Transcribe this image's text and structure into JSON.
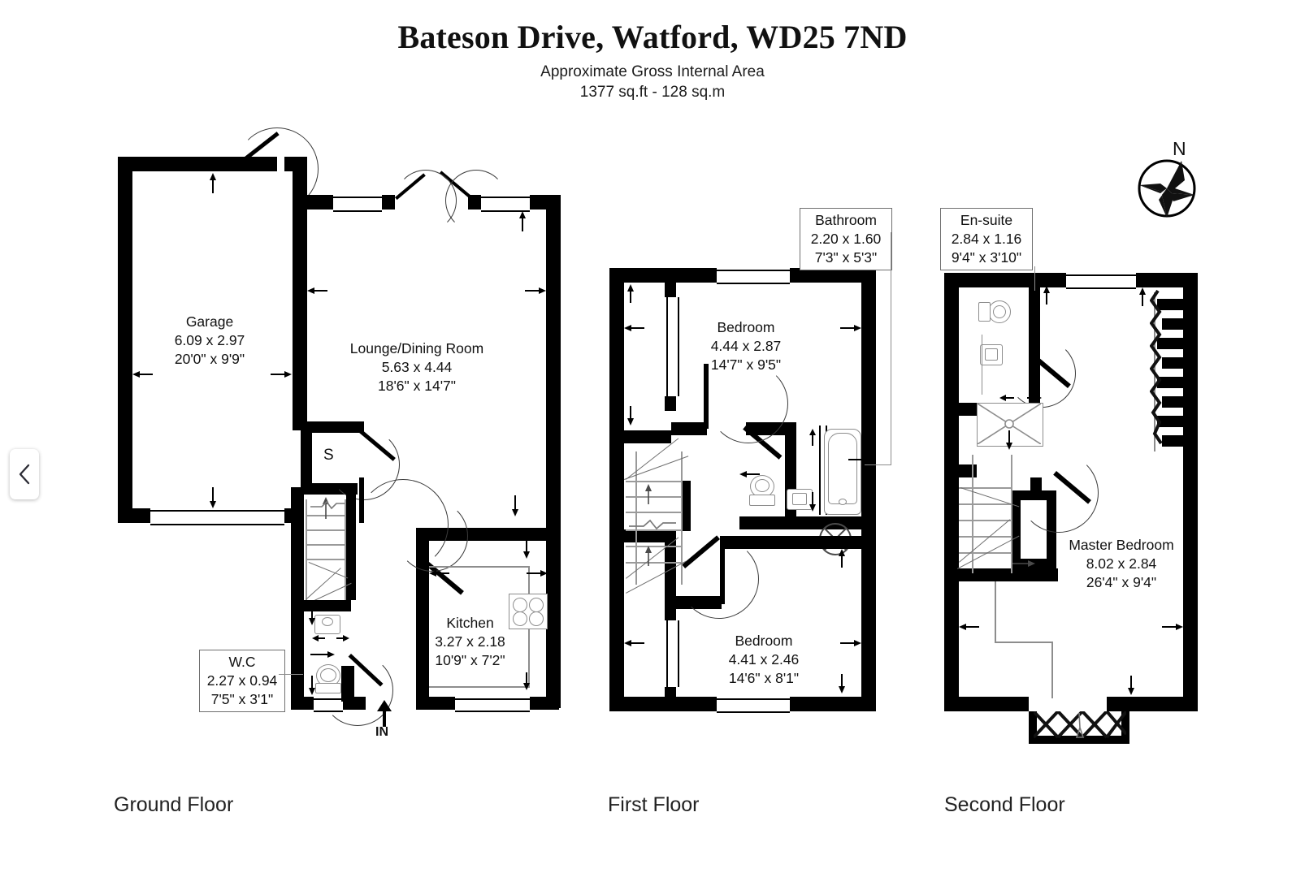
{
  "header": {
    "title": "Bateson Drive, Watford, WD25 7ND",
    "subtitle_line1": "Approximate Gross Internal Area",
    "subtitle_line2": "1377 sq.ft - 128 sq.m"
  },
  "nav": {
    "prev_icon": "chevron-left-icon"
  },
  "compass": {
    "north_label": "N",
    "icon": "compass-rose-icon"
  },
  "floors": [
    {
      "id": "ground",
      "label": "Ground Floor"
    },
    {
      "id": "first",
      "label": "First Floor"
    },
    {
      "id": "second",
      "label": "Second Floor"
    }
  ],
  "ground_floor": {
    "entry_marker": {
      "label": "IN",
      "icon": "entrance-arrow-icon"
    },
    "storage_marker": {
      "label": "S"
    },
    "rooms": [
      {
        "name": "Garage",
        "metric": "6.09 x 2.97",
        "imperial": "20'0\" x 9'9\""
      },
      {
        "name": "Lounge/Dining Room",
        "metric": "5.63 x 4.44",
        "imperial": "18'6\" x 14'7\""
      },
      {
        "name": "Kitchen",
        "metric": "3.27 x 2.18",
        "imperial": "10'9\" x 7'2\""
      },
      {
        "name": "W.C",
        "metric": "2.27 x 0.94",
        "imperial": "7'5\" x 3'1\""
      }
    ]
  },
  "first_floor": {
    "rooms": [
      {
        "name": "Bedroom",
        "metric": "4.44 x 2.87",
        "imperial": "14'7\" x 9'5\""
      },
      {
        "name": "Bedroom",
        "metric": "4.41 x 2.46",
        "imperial": "14'6\" x 8'1\""
      },
      {
        "name": "Bathroom",
        "metric": "2.20 x 1.60",
        "imperial": "7'3\" x 5'3\""
      }
    ]
  },
  "second_floor": {
    "rooms": [
      {
        "name": "En-suite",
        "metric": "2.84 x 1.16",
        "imperial": "9'4\" x 3'10\""
      },
      {
        "name": "Master Bedroom",
        "metric": "8.02 x 2.84",
        "imperial": "26'4\" x 9'4\""
      }
    ]
  },
  "colors": {
    "wall": "#000000",
    "paper": "#ffffff",
    "text": "#111111",
    "furniture": "#8d8d8d"
  }
}
